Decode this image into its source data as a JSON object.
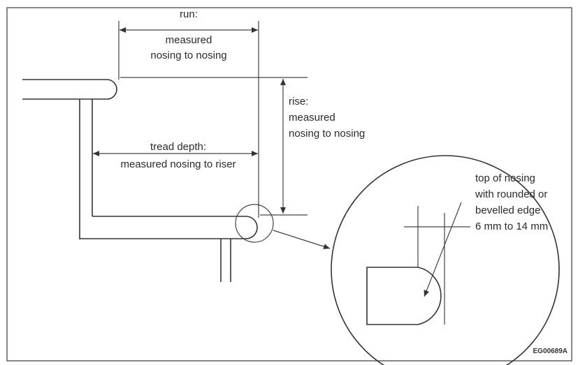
{
  "labels": {
    "run_line1": "run:",
    "run_line2": "measured",
    "run_line3": "nosing to nosing",
    "rise_line1": "rise:",
    "rise_line2": "measured",
    "rise_line3": "nosing to nosing",
    "tread_line1": "tread depth:",
    "tread_line2": "measured nosing to riser",
    "nosing_line1": "top of nosing",
    "nosing_line2": "with rounded or",
    "nosing_line3": "bevelled edge",
    "nosing_line4": "6 mm to 14 mm",
    "figure_code": "EG00689A"
  }
}
